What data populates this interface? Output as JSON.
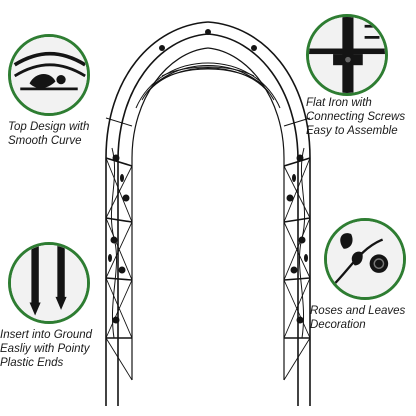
{
  "captions": {
    "top_design": [
      "Top Design with",
      "Smooth Curve"
    ],
    "flat_iron": [
      "Flat Iron with",
      "Connecting Screws",
      "Easy to Assemble"
    ],
    "ground": [
      "Insert into Ground",
      "Easliy with Pointy",
      "Plastic Ends"
    ],
    "roses": [
      "Roses and Leaves",
      "Decoration"
    ]
  },
  "colors": {
    "accent_ring": "#2e7d32",
    "iron": "#141414"
  },
  "icons": [
    "curved-top-detail-icon",
    "connecting-screw-detail-icon",
    "pointy-plastic-end-icon",
    "rose-leaf-detail-icon"
  ]
}
